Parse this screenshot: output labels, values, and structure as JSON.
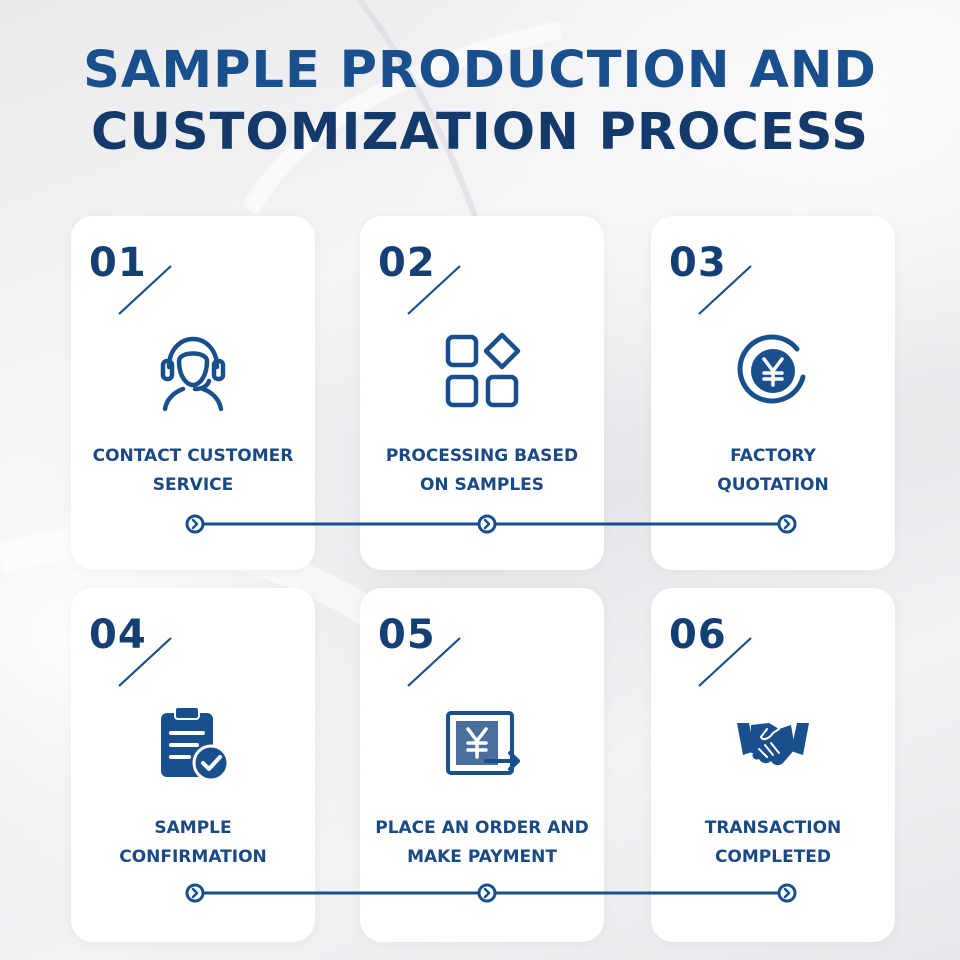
{
  "title": {
    "line1": "SAMPLE PRODUCTION AND",
    "line2": "CUSTOMIZATION PROCESS"
  },
  "colors": {
    "primary": "#1a4f8e",
    "dark": "#143f74",
    "card": "#ffffff"
  },
  "steps": [
    {
      "number": "01",
      "line1": "CONTACT CUSTOMER",
      "line2": "SERVICE",
      "icon": "headset-agent-icon"
    },
    {
      "number": "02",
      "line1": "PROCESSING BASED",
      "line2": "ON SAMPLES",
      "icon": "apps-grid-icon"
    },
    {
      "number": "03",
      "line1": "FACTORY",
      "line2": "QUOTATION",
      "icon": "yen-coin-icon"
    },
    {
      "number": "04",
      "line1": "SAMPLE",
      "line2": "CONFIRMATION",
      "icon": "clipboard-check-icon"
    },
    {
      "number": "05",
      "line1": "PLACE AN ORDER AND",
      "line2": "MAKE PAYMENT",
      "icon": "yen-payment-icon"
    },
    {
      "number": "06",
      "line1": "TRANSACTION",
      "line2": "COMPLETED",
      "icon": "handshake-icon"
    }
  ]
}
